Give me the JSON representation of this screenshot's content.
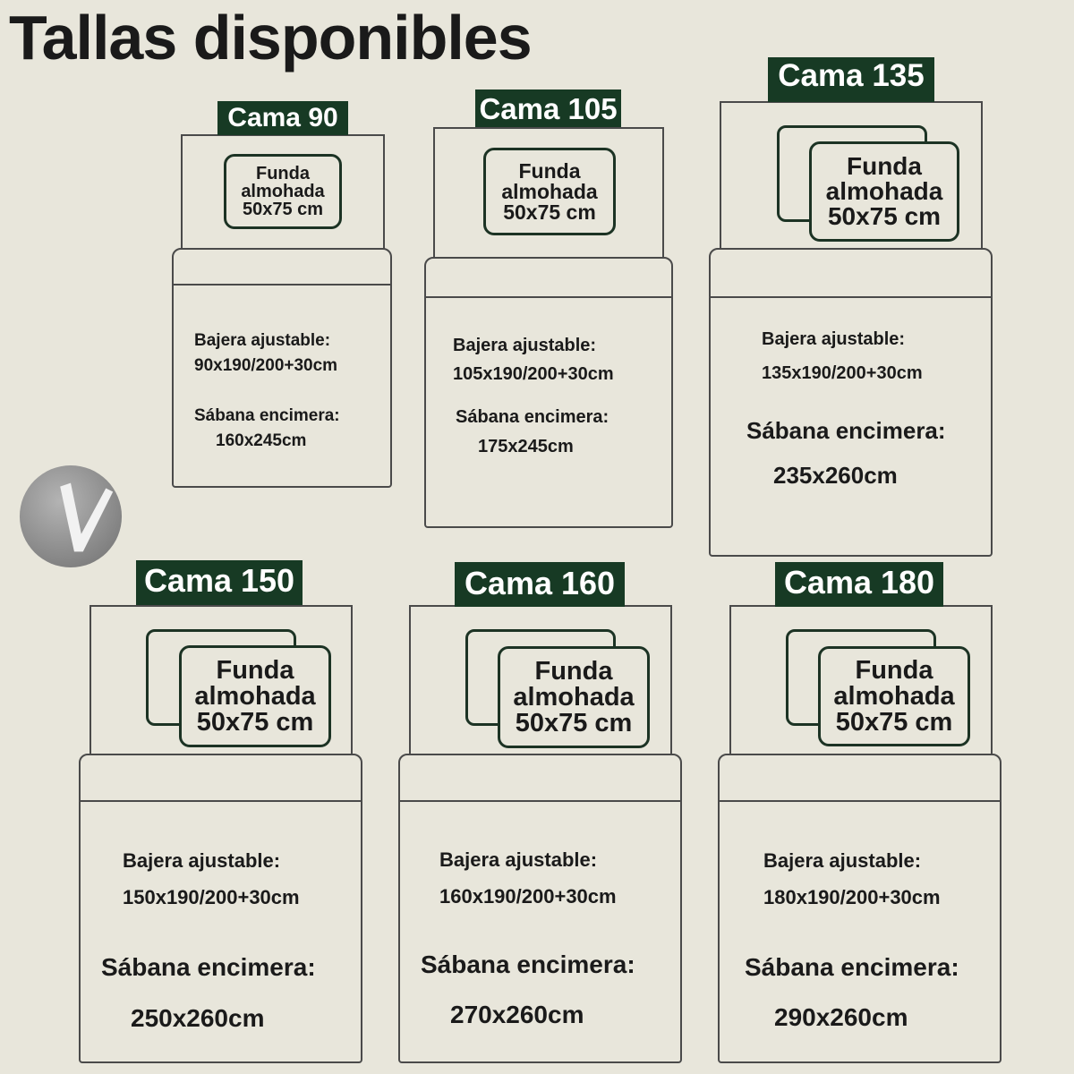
{
  "title": "Tallas disponibles",
  "colors": {
    "background": "#e8e6db",
    "tag": "#173a24",
    "outline": "#1c3324"
  },
  "beds": [
    {
      "name": "Cama 90",
      "pillow": [
        "Funda",
        "almohada",
        "50x75 cm"
      ],
      "bajera_label": "Bajera ajustable:",
      "bajera_size": "90x190/200+30cm",
      "sabana_label": "Sábana encimera:",
      "sabana_size": "160x245cm"
    },
    {
      "name": "Cama 105",
      "pillow": [
        "Funda",
        "almohada",
        "50x75 cm"
      ],
      "bajera_label": "Bajera ajustable:",
      "bajera_size": "105x190/200+30cm",
      "sabana_label": "Sábana encimera:",
      "sabana_size": "175x245cm"
    },
    {
      "name": "Cama 135",
      "pillow": [
        "Funda",
        "almohada",
        "50x75 cm"
      ],
      "bajera_label": "Bajera ajustable:",
      "bajera_size": "135x190/200+30cm",
      "sabana_label": "Sábana encimera:",
      "sabana_size": "235x260cm"
    },
    {
      "name": "Cama 150",
      "pillow": [
        "Funda",
        "almohada",
        "50x75 cm"
      ],
      "bajera_label": "Bajera ajustable:",
      "bajera_size": "150x190/200+30cm",
      "sabana_label": "Sábana encimera:",
      "sabana_size": "250x260cm"
    },
    {
      "name": "Cama 160",
      "pillow": [
        "Funda",
        "almohada",
        "50x75 cm"
      ],
      "bajera_label": "Bajera ajustable:",
      "bajera_size": "160x190/200+30cm",
      "sabana_label": "Sábana encimera:",
      "sabana_size": "270x260cm"
    },
    {
      "name": "Cama 180",
      "pillow": [
        "Funda",
        "almohada",
        "50x75 cm"
      ],
      "bajera_label": "Bajera ajustable:",
      "bajera_size": "180x190/200+30cm",
      "sabana_label": "Sábana encimera:",
      "sabana_size": "290x260cm"
    }
  ]
}
